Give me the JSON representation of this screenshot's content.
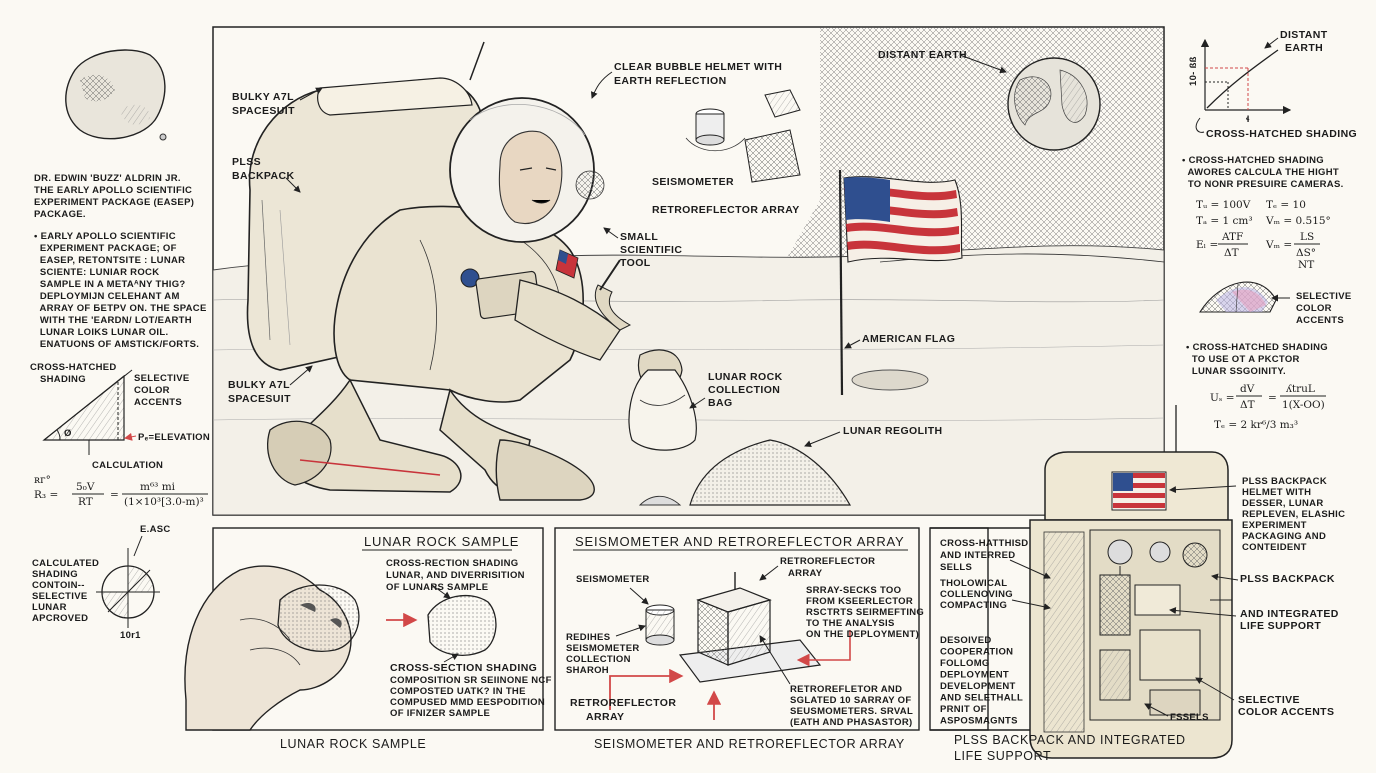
{
  "main_scene": {
    "labels": {
      "suit_top": [
        "BULKY A7L",
        "SPACESUIT"
      ],
      "pack": [
        "PLSS",
        "BACKPACK"
      ],
      "suit_bottom": [
        "BULKY A7L",
        "SPACESUIT"
      ],
      "helmet": [
        "CLEAR BUBBLE HELMET WITH",
        "EARTH REFLECTION"
      ],
      "seismometer": "SEISMOMETER",
      "retroreflector": "RETROREFLECTOR ARRAY",
      "tool": [
        "SMALL",
        "SCIENTIFIC",
        "TOOL"
      ],
      "distant_earth": "DISTANT EARTH",
      "flag": "AMERICAN FLAG",
      "bag": [
        "LUNAR ROCK",
        "COLLECTION",
        "BAG"
      ],
      "regolith": "LUNAR REGOLITH"
    }
  },
  "left_notes": {
    "header": [
      "DR. EDWIN 'BUZZ' ALDRIN JR.",
      "THE EARLY APOLLO SCIENTIFIC",
      "EXPERIMENT PACKAGE (EASEP)",
      "PACKAGE."
    ],
    "body": [
      "• EARLY APOLLO SCIENTIFIC",
      "  EXPERIMENT PACKAGE; OF",
      "  EASEP, RETONTSITE : LUNAR",
      "  SCIENTE: LUNIAR ROCK",
      "  SAMPLE IN A METAᴬNY THIG?",
      "  DEPLOYMIJN CELEHANT AM",
      "  ARRAY OF ƂETPV ON. THE SPACE",
      "  WITH THE 'EARDN/ LOT/EARTH",
      "  LUNAR LOIKS LUNAR OIL.",
      "  ENATUONS OF AMSTICK/FORTS."
    ],
    "diagram_labels": {
      "cross": [
        "CROSS-HATCHED",
        "SHADING"
      ],
      "selective": [
        "SELECTIVE",
        "COLOR",
        "ACCENTS"
      ],
      "elevation": "Pₑ=ELEVATION",
      "calculation": "CALCULATION",
      "angle": "Ø"
    },
    "equation": {
      "left_small": "ʀᴦ°",
      "lhs": "R₃ =",
      "num": "5₀V",
      "den": "RT",
      "eq": "=",
      "rnum": "m⁶³ mi",
      "rden": "(1×10³[3.0-m)³"
    },
    "circle": {
      "top": "E.ASC",
      "bottom": "10r1",
      "left": [
        "CALCULATED",
        "SHADING",
        "CONTOIN--",
        "SELECTIVE",
        "LUNAR",
        "APCROVED"
      ]
    }
  },
  "right_notes": {
    "graph": {
      "y_label": "10- ßß",
      "x_label": "ɬ",
      "title": [
        "DISTANT",
        "EARTH"
      ],
      "caption": "CROSS-HATCHED SHADING"
    },
    "block1": [
      "• CROSS-HATCHED SHADING",
      "  AWORES CALCULA THE HIGHT",
      "  TO NONR PRESUIRE CAMERAS."
    ],
    "equations1": [
      {
        "left": "Tᵤ = 100V",
        "right": "Tₑ = 10"
      },
      {
        "left": "Tₐ = 1 cm³",
        "right": "Vₘ = 0.515°"
      }
    ],
    "eq_frac1": {
      "lhs": "Eₗ =",
      "num": "ATF",
      "den": "ΔT",
      "lhs2": "Vₘ =",
      "num2": "LS",
      "den2": "ΔS°",
      "den2b": "NT"
    },
    "selective": [
      "SELECTIVE",
      "COLOR",
      "ACCENTS"
    ],
    "block2": [
      "• CROSS-HATCHED SHADING",
      "  TO USE OT A PKCTOR",
      "  LUNAR SSGOINITY."
    ],
    "eq_frac2": {
      "lhs": "Uₛ =",
      "num": "dV",
      "den": "ΔT",
      "eq": "=",
      "rnum": "ʎtruL",
      "rden": "1(X-OO)"
    },
    "eq_last": "Tₑ = 2 kr⁶/3 m₃³"
  },
  "panels": {
    "rock": {
      "title": "LUNAR ROCK SAMPLE",
      "desc": [
        "CROSS-RECTION SHADING",
        "LUNAR, AND DIVERRISITION",
        "OF LUNARS SAMPLE"
      ],
      "sub_title": "CROSS-SECTION SHADING",
      "sub_body": [
        "COMPOSITION SR SEIINONE NCF",
        "COMPOSTED UATK? IN THE",
        "COMPUSED MMD EESPODITION",
        "OF IFNIZER SAMPLE"
      ],
      "caption": "LUNAR ROCK SAMPLE"
    },
    "seismo": {
      "title": "SEISMOMETER AND RETROREFLECTOR ARRAY",
      "retro_top": [
        "RETROREFLECTOR",
        "ARRAY"
      ],
      "seismometer": "SEISMOMETER",
      "note_right": [
        "SRRAY-SECKS TOO",
        "FROM KSEERLECTOR",
        "RSCTRTS SEIRMEFTING",
        "TO THE ANALYSIS",
        "ON THE DEPLOYMENT)"
      ],
      "note_left": [
        "REDIHES",
        "SEISMOMETER",
        "COLLECTION",
        "SHAROH"
      ],
      "retro_bottom": [
        "RETROREFLECTOR",
        "ARRAY"
      ],
      "note_bottom": [
        "RETROREFLETOR AND",
        "SGLATED 10 SARRAY OF",
        "SEUSMOMETERS. SRVAL",
        "(EATH AND PHASASTOR)"
      ],
      "caption": "SEISMOMETER AND RETROREFLECTOR ARRAY"
    },
    "plss": {
      "note1": [
        "CROSS-HATTHISD",
        "AND INTERRED",
        "SELLS"
      ],
      "note2": [
        "THOLOWICAL",
        "COLLENOVING",
        "COMPACTING"
      ],
      "note3": [
        "DESOIVED",
        "COOPERATION",
        "FOLLOMG",
        "DEPLOYMENT",
        "DEVELOPMENT",
        "AND SELETHALL",
        "PRNIT OF",
        "ASPOSMAGNTS"
      ],
      "right1": [
        "PLSS BACKPACK",
        "HELMET WITH",
        "DESSER, LUNAR",
        "REPLEVEN, ELASHIC",
        "EXPERIMENT",
        "PACKAGING AND",
        "CONTEIDENT"
      ],
      "right2": "PLSS BACKPACK",
      "right3": [
        "AND INTEGRATED",
        "LIFE SUPPORT"
      ],
      "right4": [
        "SELECTIVE",
        "COLOR ACCENTS"
      ],
      "fssels": "FSSELS",
      "caption": [
        "PLSS BACKPACK AND INTEGRATED",
        "LIFE SUPPORT"
      ]
    }
  },
  "colors": {
    "flag_red": "#c8343b",
    "flag_blue": "#2f4f8f",
    "accent_red": "#d24848",
    "paper": "#fbf9f3",
    "ink": "#1b1b1b"
  }
}
